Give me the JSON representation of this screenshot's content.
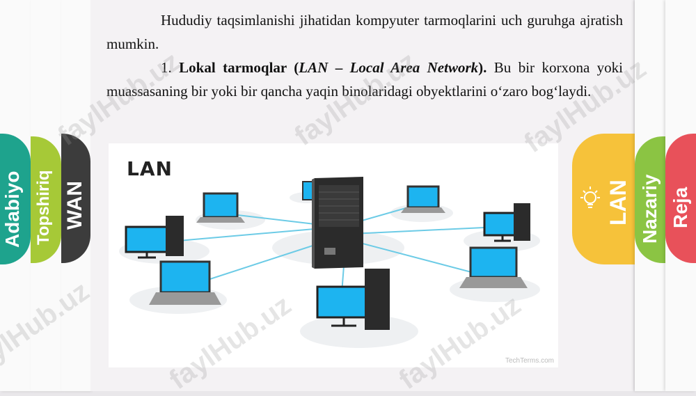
{
  "paragraph1": "Hududiy taqsimlanishi jihatidan kompyuter tarmoqlarini uch guruhga ajratish mumkin.",
  "paragraph2": {
    "number": "1.",
    "bold_start": "Lokal tarmoqlar (",
    "italic_term": "LAN",
    "dash": " – ",
    "italic_full": "Local Area Network",
    "bold_end": ").",
    "rest": " Bu bir korxona yoki muassasaning bir yoki bir qancha yaqin binolaridagi obyektlarini o‘zaro bog‘laydi."
  },
  "figure": {
    "title": "LAN",
    "credit": "TechTerms.com"
  },
  "left_tabs": [
    {
      "label": "Adabiyo",
      "color": "#1ea38d"
    },
    {
      "label": "Topshiriq",
      "color": "#a6c937"
    },
    {
      "label": "WAN",
      "color": "#3c3c3c"
    }
  ],
  "right_tabs": [
    {
      "label": "LAN",
      "color": "#f6c23a"
    },
    {
      "label": "Nazariy",
      "color": "#8bc443"
    },
    {
      "label": "Reja",
      "color": "#e8515a"
    }
  ],
  "watermark": "faylHub.uz"
}
